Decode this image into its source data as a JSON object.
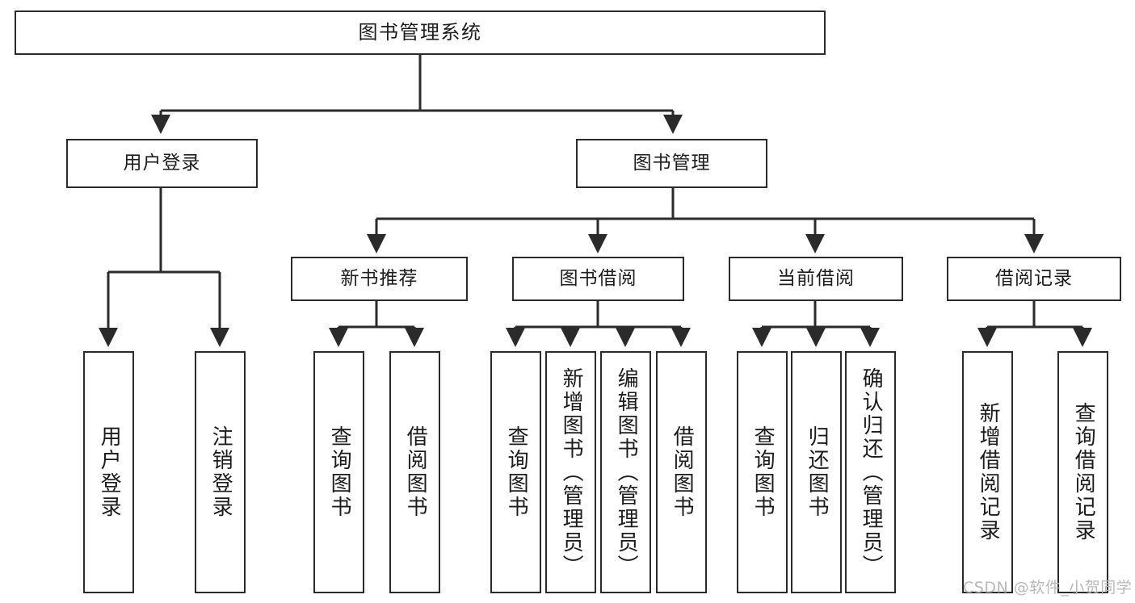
{
  "diagram": {
    "type": "tree",
    "title": "图书管理系统",
    "colors": {
      "stroke": "#2b2b2b",
      "fill": "#ffffff",
      "text": "#1c1c1c",
      "watermark": "#b9b9b9"
    },
    "watermark": "CSDN @软件_小贺同学"
  },
  "nodes": {
    "root": {
      "label": "图书管理系统"
    },
    "level1": [
      {
        "id": "user-login",
        "label": "用户登录"
      },
      {
        "id": "book-manage",
        "label": "图书管理"
      }
    ],
    "level2": [
      {
        "id": "new-book-recommend",
        "label": "新书推荐"
      },
      {
        "id": "book-borrow",
        "label": "图书借阅"
      },
      {
        "id": "current-borrow",
        "label": "当前借阅"
      },
      {
        "id": "borrow-record",
        "label": "借阅记录"
      }
    ],
    "leaves": {
      "user-login": [
        {
          "id": "leaf-user-login",
          "label": "用户登录"
        },
        {
          "id": "leaf-logout",
          "label": "注销登录"
        }
      ],
      "new-book-recommend": [
        {
          "id": "leaf-query-book-1",
          "label": "查询图书"
        },
        {
          "id": "leaf-borrow-book-1",
          "label": "借阅图书"
        }
      ],
      "book-borrow": [
        {
          "id": "leaf-query-book-2",
          "label": "查询图书"
        },
        {
          "id": "leaf-add-book",
          "label": "新增图书（管理员）"
        },
        {
          "id": "leaf-edit-book",
          "label": "编辑图书（管理员）"
        },
        {
          "id": "leaf-borrow-book-2",
          "label": "借阅图书"
        }
      ],
      "current-borrow": [
        {
          "id": "leaf-query-book-3",
          "label": "查询图书"
        },
        {
          "id": "leaf-return-book",
          "label": "归还图书"
        },
        {
          "id": "leaf-confirm-return",
          "label": "确认归还（管理员）"
        }
      ],
      "borrow-record": [
        {
          "id": "leaf-add-record",
          "label": "新增借阅记录"
        },
        {
          "id": "leaf-query-record",
          "label": "查询借阅记录"
        }
      ]
    }
  }
}
